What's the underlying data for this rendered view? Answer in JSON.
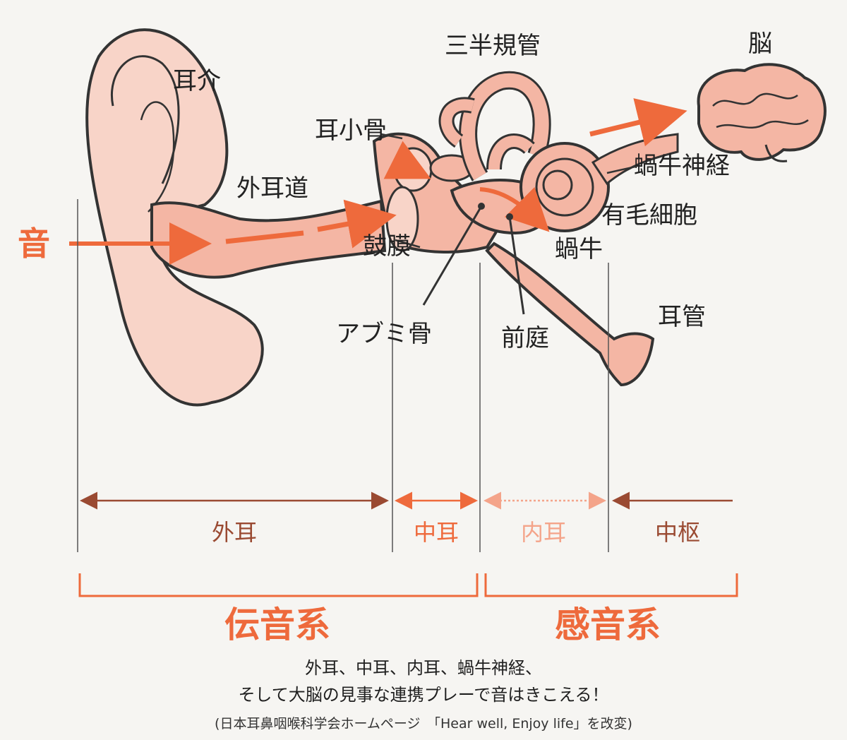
{
  "labels": {
    "sound": "音",
    "auricle": "耳介",
    "external_canal": "外耳道",
    "ossicles": "耳小骨",
    "semicircular_canals": "三半規管",
    "brain": "脳",
    "cochlear_nerve": "蝸牛神経",
    "hair_cells": "有毛細胞",
    "cochlea": "蝸牛",
    "eardrum": "鼓膜",
    "stapes": "アブミ骨",
    "vestibule": "前庭",
    "eustachian_tube": "耳管"
  },
  "regions": {
    "outer_ear": "外耳",
    "middle_ear": "中耳",
    "inner_ear": "内耳",
    "central": "中枢"
  },
  "systems": {
    "conductive": "伝音系",
    "sensorineural": "感音系"
  },
  "caption": {
    "line1": "外耳、中耳、内耳、蝸牛神経、",
    "line2": "そして大脳の見事な連携プレーで音はきこえる！"
  },
  "source": "(日本耳鼻咽喉科学会ホームページ　「Hear well, Enjoy life」を改変)",
  "colors": {
    "accent": "#ee6a3c",
    "brown": "#9a4a32",
    "pale": "#f4a48a",
    "skin": "#f8d4c8",
    "canal": "#f4b6a4",
    "line": "#333333"
  }
}
